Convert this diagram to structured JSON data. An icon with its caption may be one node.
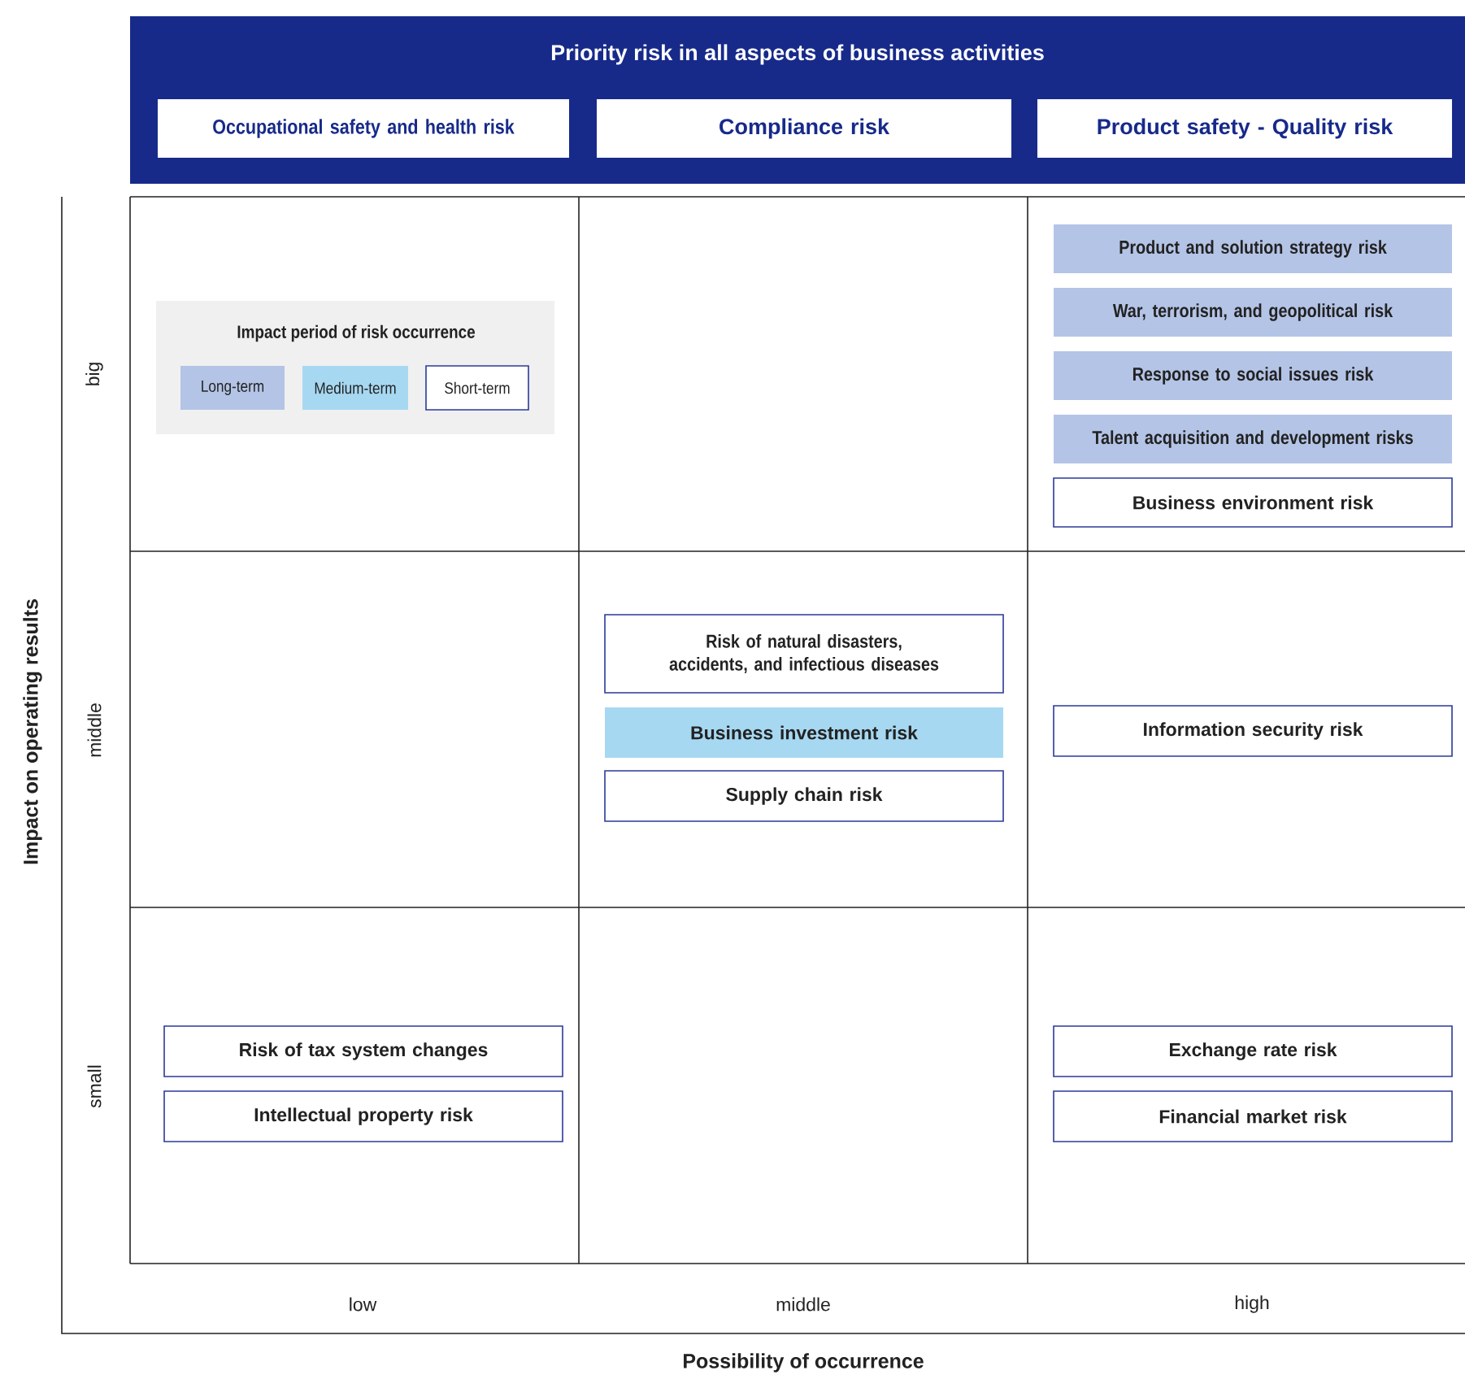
{
  "diagram": {
    "nodes": [
      {
        "text": [
          "Priority risk in all aspects of business activities"
        ]
      },
      {
        "text": [
          "Occupational safety and health risk"
        ],
        "in": 0
      },
      {
        "text": [
          "Compliance risk"
        ],
        "in": 0
      },
      {
        "text": [
          "Product safety - Quality risk"
        ],
        "in": 0
      },
      {
        "text": [
          "Product and solution strategy risk"
        ]
      },
      {
        "text": [
          "War, terrorism, and geopolitical risk"
        ]
      },
      {
        "text": [
          "Response to social issues risk"
        ]
      },
      {
        "text": [
          "Talent acquisition and development risks"
        ]
      },
      {
        "text": [
          "Business environment risk"
        ]
      },
      {
        "text": [
          "Risk of natural disasters, accidents, and infectious diseases"
        ]
      },
      {
        "text": [
          "Business investment risk"
        ]
      },
      {
        "text": [
          "Supply chain risk"
        ]
      },
      {
        "text": [
          "Information security risk"
        ]
      },
      {
        "text": [
          "Risk of tax system changes"
        ]
      },
      {
        "text": [
          "Intellectual property risk"
        ]
      },
      {
        "text": [
          "Exchange rate risk"
        ]
      },
      {
        "text": [
          "Financial market risk"
        ]
      }
    ],
    "labels": [
      "Impact period of risk occurrence",
      "big",
      "middle",
      "small",
      "Impact on operating results",
      "low",
      "middle",
      "high",
      "Possibility of occurrence"
    ],
    "legend": [
      {
        "text": "Long-term",
        "color": "#b4c4e6"
      },
      {
        "text": "Medium-term",
        "color": "#a7d8f2"
      },
      {
        "text": "Short-term",
        "color": "#ffffff"
      }
    ]
  }
}
